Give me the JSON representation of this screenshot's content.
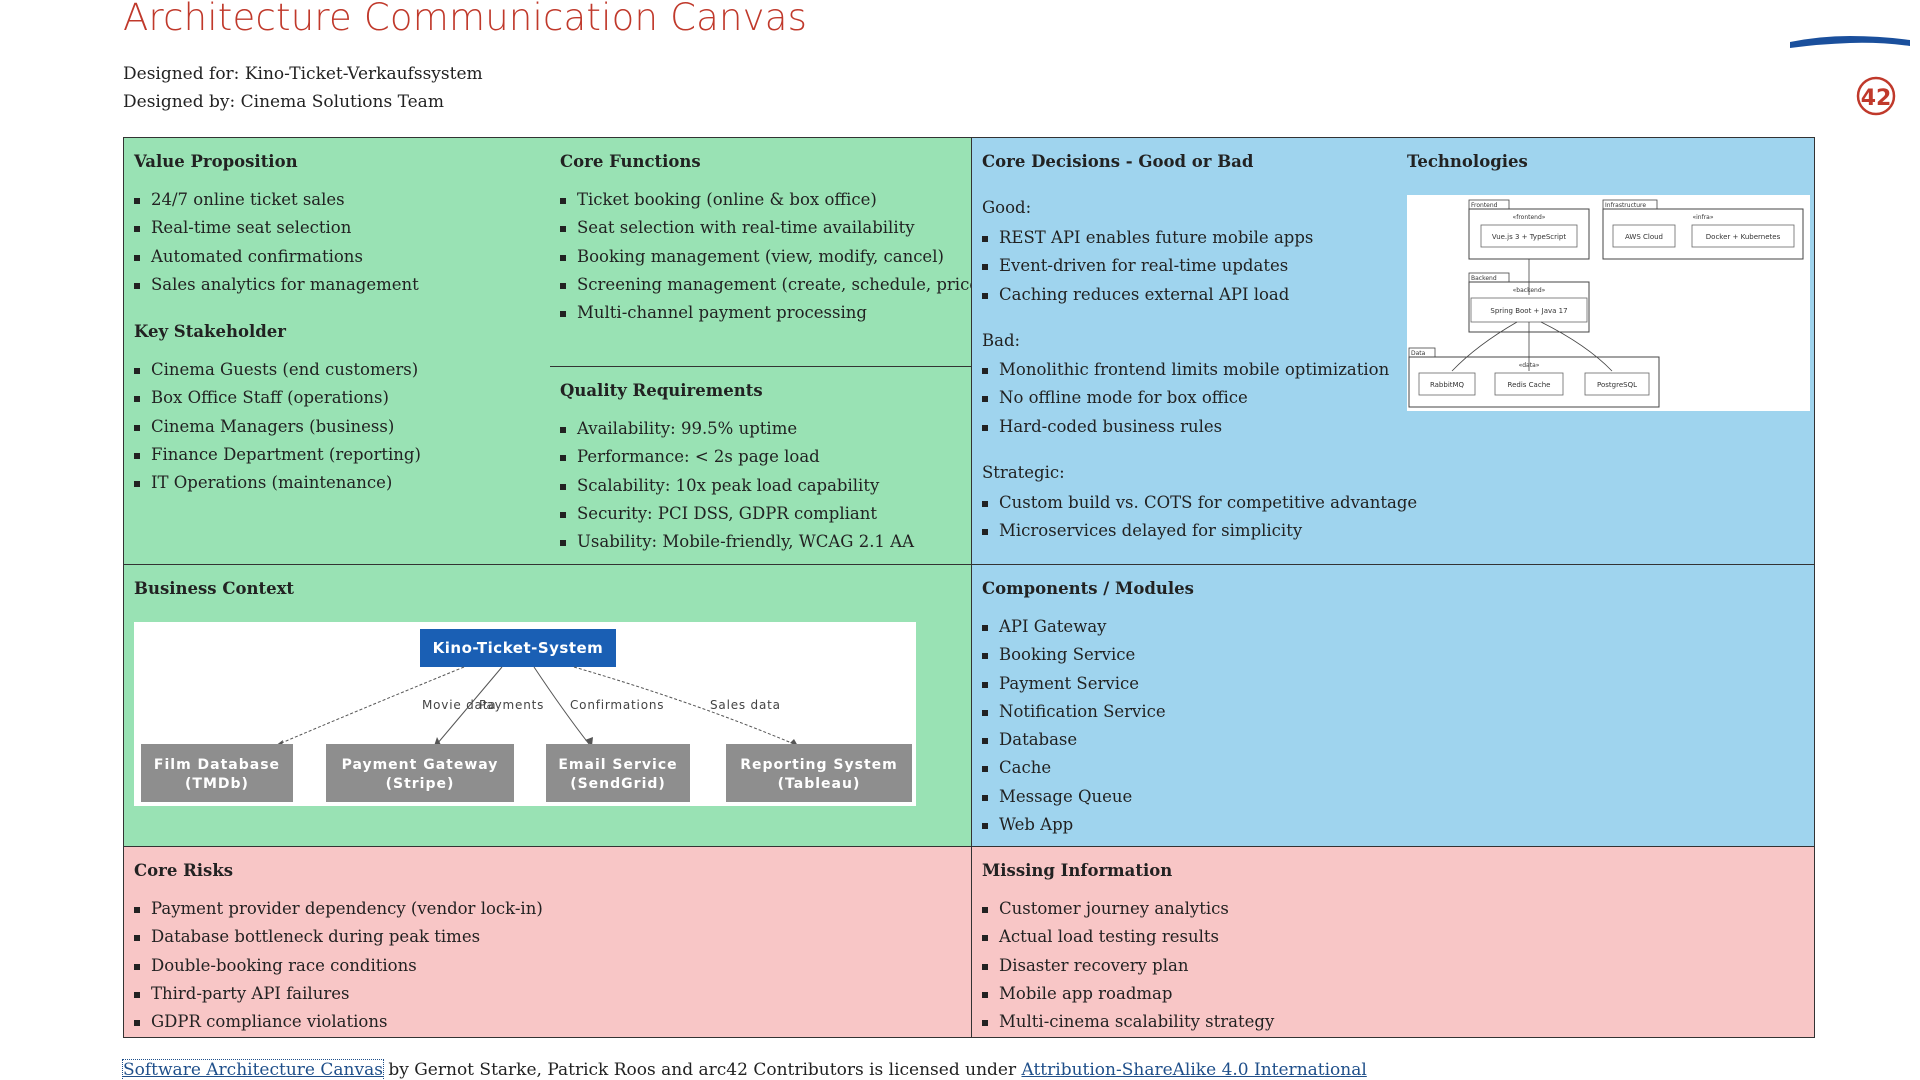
{
  "header": {
    "title": "Architecture Communication Canvas",
    "designed_for": "Designed for: Kino-Ticket-Verkaufssystem",
    "designed_by": "Designed by: Cinema Solutions Team",
    "logo_text": "42"
  },
  "value_proposition": {
    "heading": "Value Proposition",
    "items": [
      "24/7 online ticket sales",
      "Real-time seat selection",
      "Automated confirmations",
      "Sales analytics for management"
    ]
  },
  "key_stakeholder": {
    "heading": "Key Stakeholder",
    "items": [
      "Cinema Guests (end customers)",
      "Box Office Staff (operations)",
      "Cinema Managers (business)",
      "Finance Department (reporting)",
      "IT Operations (maintenance)"
    ]
  },
  "core_functions": {
    "heading": "Core Functions",
    "items": [
      "Ticket booking (online & box office)",
      "Seat selection with real-time availability",
      "Booking management (view, modify, cancel)",
      "Screening management (create, schedule, price)",
      "Multi-channel payment processing"
    ]
  },
  "quality_requirements": {
    "heading": "Quality Requirements",
    "items": [
      "Availability: 99.5% uptime",
      "Performance: < 2s page load",
      "Scalability: 10x peak load capability",
      "Security: PCI DSS, GDPR compliant",
      "Usability: Mobile-friendly, WCAG 2.1 AA"
    ]
  },
  "core_decisions": {
    "heading": "Core Decisions - Good or Bad",
    "good_label": "Good:",
    "good": [
      "REST API enables future mobile apps",
      "Event-driven for real-time updates",
      "Caching reduces external API load"
    ],
    "bad_label": "Bad:",
    "bad": [
      "Monolithic frontend limits mobile optimization",
      "No offline mode for box office",
      "Hard-coded business rules"
    ],
    "strategic_label": "Strategic:",
    "strategic": [
      "Custom build vs. COTS for competitive advantage",
      "Microservices delayed for simplicity"
    ]
  },
  "technologies": {
    "heading": "Technologies",
    "diagram": {
      "frontend_label": "Frontend",
      "frontend_stereo": "«frontend»",
      "frontend_node": "Vue.js 3 + TypeScript",
      "infra_label": "Infrastructure",
      "infra_stereo": "«infra»",
      "infra_nodes": [
        "AWS Cloud",
        "Docker + Kubernetes"
      ],
      "backend_label": "Backend",
      "backend_stereo": "«backend»",
      "backend_node": "Spring Boot + Java 17",
      "data_label": "Data",
      "data_stereo": "«data»",
      "data_nodes": [
        "RabbitMQ",
        "Redis Cache",
        "PostgreSQL"
      ]
    }
  },
  "business_context": {
    "heading": "Business Context",
    "system": "Kino-Ticket-System",
    "flows": [
      "Movie data",
      "Payments",
      "Confirmations",
      "Sales data"
    ],
    "externals": [
      {
        "line1": "Film Database",
        "line2": "(TMDb)"
      },
      {
        "line1": "Payment Gateway",
        "line2": "(Stripe)"
      },
      {
        "line1": "Email Service",
        "line2": "(SendGrid)"
      },
      {
        "line1": "Reporting System",
        "line2": "(Tableau)"
      }
    ],
    "colors": {
      "system": "#1a5fb4",
      "external": "#8e8e8e"
    }
  },
  "components": {
    "heading": "Components / Modules",
    "items": [
      "API Gateway",
      "Booking Service",
      "Payment Service",
      "Notification Service",
      "Database",
      "Cache",
      "Message Queue",
      "Web App"
    ]
  },
  "core_risks": {
    "heading": "Core Risks",
    "items": [
      "Payment provider dependency (vendor lock-in)",
      "Database bottleneck during peak times",
      "Double-booking race conditions",
      "Third-party API failures",
      "GDPR compliance violations"
    ]
  },
  "missing_information": {
    "heading": "Missing Information",
    "items": [
      "Customer journey analytics",
      "Actual load testing results",
      "Disaster recovery plan",
      "Mobile app roadmap",
      "Multi-cinema scalability strategy"
    ]
  },
  "footer": {
    "canvas_link": "Software Architecture Canvas",
    "middle": " by Gernot Starke, Patrick Roos and arc42 Contributors is licensed under ",
    "license_link": "Attribution-ShareAlike 4.0 International"
  },
  "colors": {
    "green": "#99e2b4",
    "blue": "#9fd4ee",
    "red": "#f8c6c6",
    "title": "#c0392b"
  }
}
